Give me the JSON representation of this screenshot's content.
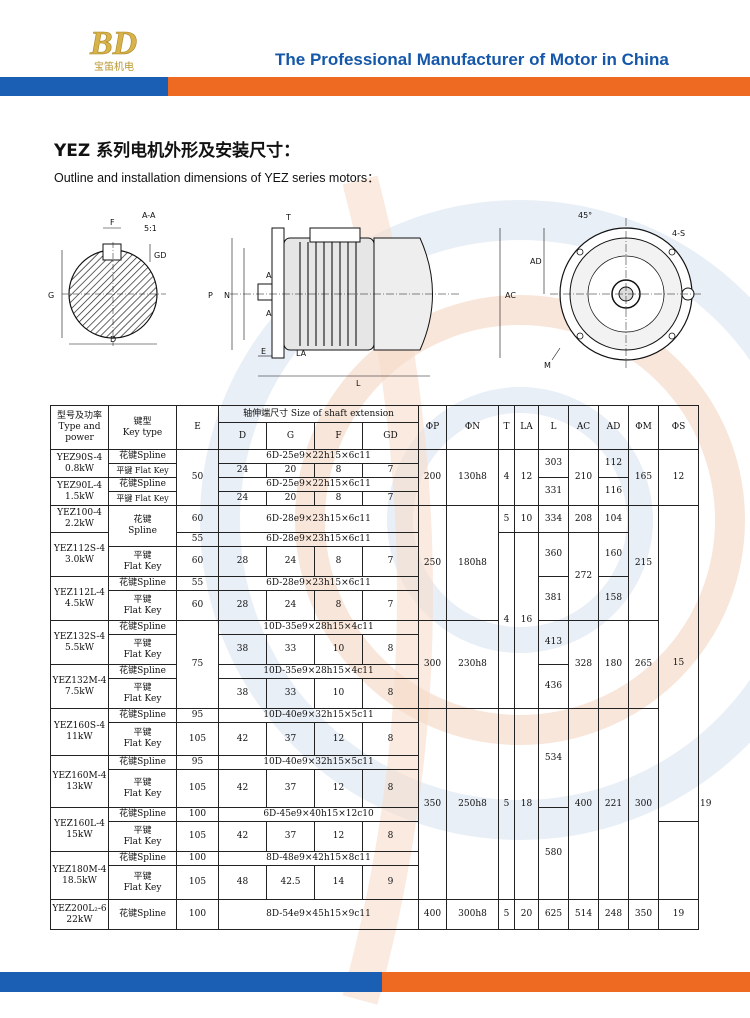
{
  "header": {
    "logo_text": "BD",
    "logo_chinese": "宝笛机电",
    "slogan": "The Professional Manufacturer of Motor in China",
    "colors": {
      "blue": "#1a5fb4",
      "orange": "#ee6a22"
    }
  },
  "title": "YEZ 系列电机外形及安装尺寸：",
  "subtitle": "Outline and installation dimensions of YEZ series motors：",
  "drawings": {
    "section_label": "A-A",
    "scale": "5:1",
    "shaft_labels": {
      "f": "F",
      "gd": "GD",
      "g": "G",
      "d": "D"
    },
    "side_labels": {
      "t": "T",
      "p": "P",
      "n": "N",
      "a": "A",
      "e": "E",
      "la": "LA",
      "l": "L",
      "ac": "AC"
    },
    "end_labels": {
      "angle": "45°",
      "holes": "4-S",
      "ad": "AD",
      "m": "M"
    }
  },
  "table": {
    "headers": {
      "type": "型号及功率\nType and power",
      "key": "键型\nKey type",
      "e": "E",
      "shaft": "轴伸端尺寸 Size of shaft extension",
      "d": "D",
      "g": "G",
      "f": "F",
      "gd": "GD",
      "phi_p": "ΦP",
      "phi_n": "ΦN",
      "t": "T",
      "la": "LA",
      "l": "L",
      "ac": "AC",
      "ad": "AD",
      "phi_m": "ΦM",
      "phi_s": "ΦS"
    },
    "models": {
      "yez90s": "YEZ90S-4\n0.8kW",
      "yez90l": "YEZ90L-4\n1.5kW",
      "yez100": "YEZ100-4\n2.2kW",
      "yez112s": "YEZ112S-4\n3.0kW",
      "yez112l": "YEZ112L-4\n4.5kW",
      "yez132s": "YEZ132S-4\n5.5kW",
      "yez132m": "YEZ132M-4\n7.5kW",
      "yez160s": "YEZ160S-4\n11kW",
      "yez160m": "YEZ160M-4\n13kW",
      "yez160l": "YEZ160L-4\n15kW",
      "yez180m": "YEZ180M-4\n18.5kW",
      "yez200l": "YEZ200L₂-6\n22kW"
    },
    "keys": {
      "spline_small": "花键Spline",
      "flat_small": "平键 Flat Key",
      "spline_block": "花键\nSpline",
      "spline": "花键Spline",
      "flat": "平键\nFlat Key"
    },
    "splines": {
      "s90": "6D-25e9×22h15×6c11",
      "s100": "6D-28e9×23h15×6c11",
      "s132": "10D-35e9×28h15×4c11",
      "s160": "10D-40e9×32h15×5c11",
      "s160l": "6D-45e9×40h15×12c10",
      "s180": "8D-48e9×42h15×8c11",
      "s200": "8D-54e9×45h15×9c11"
    },
    "values": {
      "e50": "50",
      "e60": "60",
      "e55": "55",
      "e75": "75",
      "e95": "95",
      "e105": "105",
      "e100": "100",
      "d24": "24",
      "d28": "28",
      "d38": "38",
      "d42": "42",
      "d48": "48",
      "g20": "20",
      "g24": "24",
      "g33": "33",
      "g37": "37",
      "g42_5": "42.5",
      "f8": "8",
      "f10": "10",
      "f12": "12",
      "f14": "14",
      "gd7": "7",
      "gd8": "8",
      "gd9": "9",
      "p200": "200",
      "p250": "250",
      "p300": "300",
      "p350": "350",
      "p400": "400",
      "n130": "130h8",
      "n180": "180h8",
      "n230": "230h8",
      "n250": "250h8",
      "n300": "300h8",
      "t4": "4",
      "t5": "5",
      "la12": "12",
      "la10": "10",
      "la16": "16",
      "la18": "18",
      "la20": "20",
      "l303": "303",
      "l331": "331",
      "l334": "334",
      "l360": "360",
      "l381": "381",
      "l413": "413",
      "l436": "436",
      "l534": "534",
      "l580": "580",
      "l625": "625",
      "ac210": "210",
      "ac208": "208",
      "ac272": "272",
      "ac328": "328",
      "ac400": "400",
      "ac514": "514",
      "ad112": "112",
      "ad116": "116",
      "ad104": "104",
      "ad160": "160",
      "ad158": "158",
      "ad180": "180",
      "ad221": "221",
      "ad248": "248",
      "m165": "165",
      "m215": "215",
      "m265": "265",
      "m300": "300",
      "m350": "350",
      "s12": "12",
      "s15": "15",
      "s19": "19"
    }
  }
}
